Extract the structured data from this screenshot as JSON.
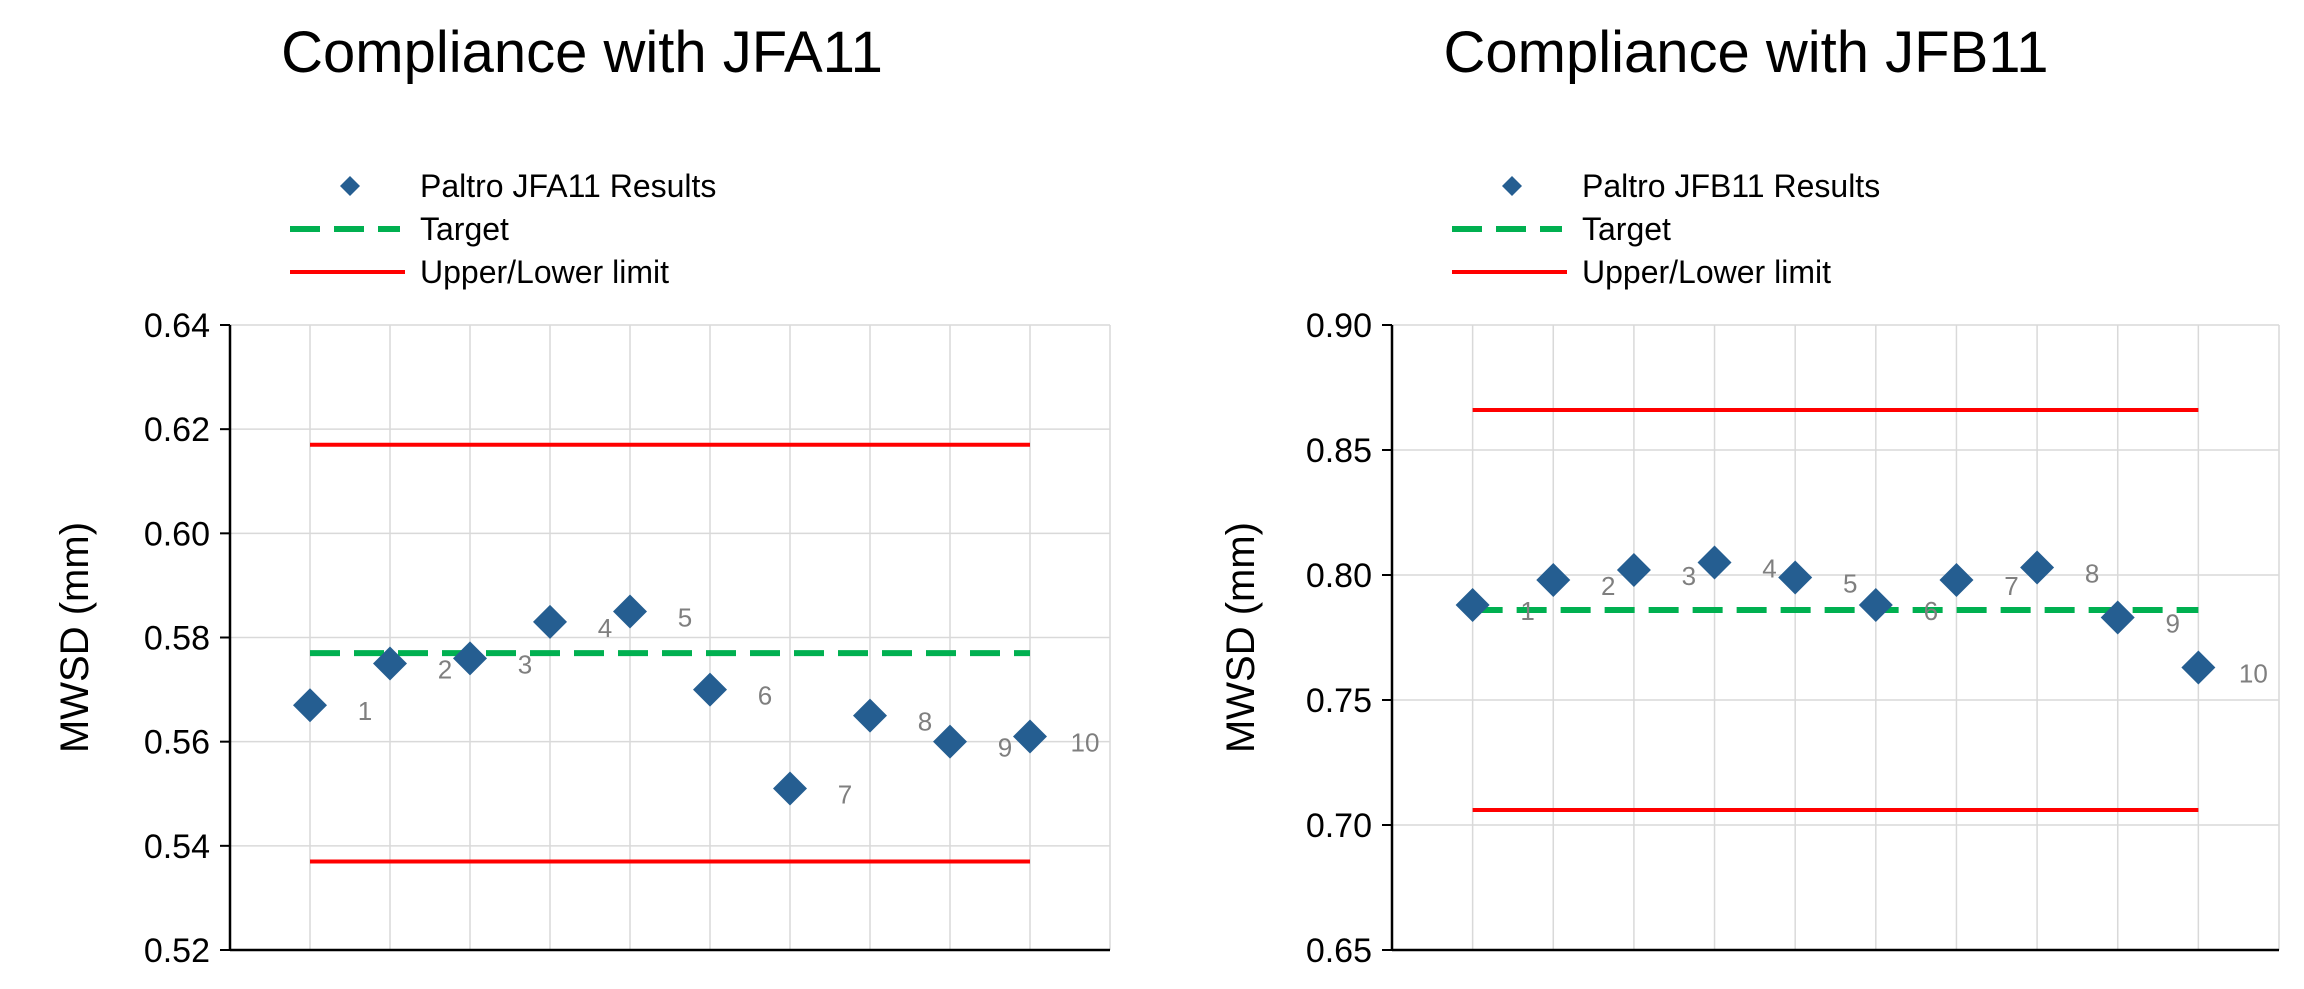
{
  "chart_data": [
    {
      "type": "scatter",
      "title": "Compliance with JFA11",
      "ylabel": "MWSD (mm)",
      "ylim": [
        0.52,
        0.64
      ],
      "ytick_labels": [
        "0.52",
        "0.54",
        "0.56",
        "0.58",
        "0.60",
        "0.62",
        "0.64"
      ],
      "grid": true,
      "legend_position": "top-left",
      "series": [
        {
          "name": "Paltro JFA11 Results",
          "kind": "markers",
          "color": "#255E91",
          "x": [
            1,
            2,
            3,
            4,
            5,
            6,
            7,
            8,
            9,
            10
          ],
          "values": [
            0.567,
            0.575,
            0.576,
            0.583,
            0.585,
            0.57,
            0.551,
            0.565,
            0.56,
            0.561
          ],
          "labels": [
            "1",
            "2",
            "3",
            "4",
            "5",
            "6",
            "7",
            "8",
            "9",
            "10"
          ]
        },
        {
          "name": "Target",
          "kind": "dashed-line",
          "color": "#00B050",
          "value": 0.577
        },
        {
          "name": "Upper/Lower limit",
          "kind": "line",
          "color": "#FF0000",
          "upper": 0.617,
          "lower": 0.537
        }
      ]
    },
    {
      "type": "scatter",
      "title": "Compliance with JFB11",
      "ylabel": "MWSD (mm)",
      "ylim": [
        0.65,
        0.9
      ],
      "ytick_labels": [
        "0.65",
        "0.70",
        "0.75",
        "0.80",
        "0.85",
        "0.90"
      ],
      "grid": true,
      "legend_position": "top-left",
      "series": [
        {
          "name": "Paltro JFB11 Results",
          "kind": "markers",
          "color": "#255E91",
          "x": [
            1,
            2,
            3,
            4,
            5,
            6,
            7,
            8,
            9,
            10
          ],
          "values": [
            0.788,
            0.798,
            0.802,
            0.805,
            0.799,
            0.788,
            0.798,
            0.803,
            0.783,
            0.763
          ],
          "labels": [
            "1",
            "2",
            "3",
            "4",
            "5",
            "6",
            "7",
            "8",
            "9",
            "10"
          ]
        },
        {
          "name": "Target",
          "kind": "dashed-line",
          "color": "#00B050",
          "value": 0.786
        },
        {
          "name": "Upper/Lower limit",
          "kind": "line",
          "color": "#FF0000",
          "upper": 0.866,
          "lower": 0.706
        }
      ]
    }
  ]
}
